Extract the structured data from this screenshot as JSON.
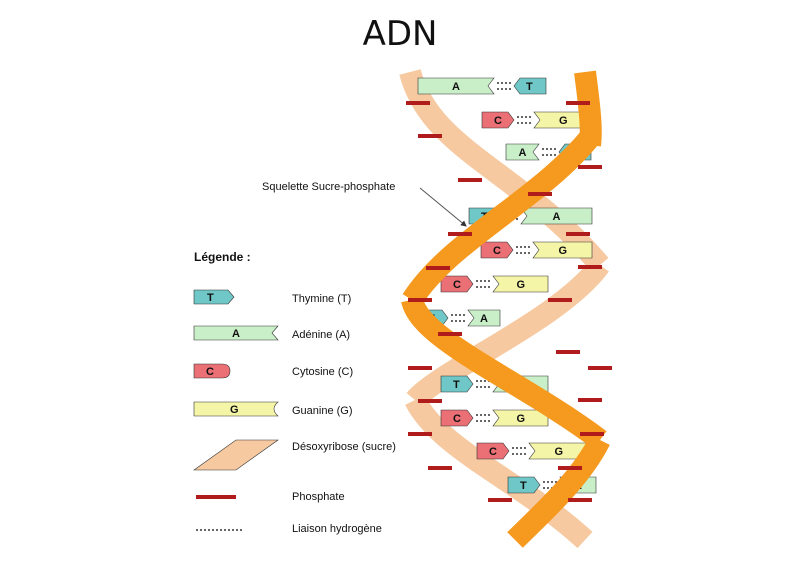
{
  "title": "ADN",
  "backbone_label": "Squelette Sucre-phosphate",
  "legend": {
    "title": "Légende :",
    "thymine": {
      "label": "Thymine (T)",
      "letter": "T"
    },
    "adenine": {
      "label": "Adénine (A)",
      "letter": "A"
    },
    "cytosine": {
      "label": "Cytosine (C)",
      "letter": "C"
    },
    "guanine": {
      "label": "Guanine (G)",
      "letter": "G"
    },
    "sugar": {
      "label": "Désoxyribose (sucre)"
    },
    "phosphate": {
      "label": "Phosphate"
    },
    "hbond": {
      "label": "Liaison hydrogène"
    }
  },
  "colors": {
    "thymine": "#6fc7c7",
    "adenine": "#c9efc9",
    "cytosine": "#ea7076",
    "guanine": "#f5f5a8",
    "sugar_front": "#f59a1e",
    "sugar_back": "#f6c9a0",
    "phosphate": "#b01c1c"
  },
  "base_pairs": [
    {
      "left": "A",
      "right": "T"
    },
    {
      "left": "C",
      "right": "G"
    },
    {
      "left": "A",
      "right": "T"
    },
    {
      "left": "T",
      "right": "A"
    },
    {
      "left": "C",
      "right": "G"
    },
    {
      "left": "C",
      "right": "G"
    },
    {
      "left": "T",
      "right": "A"
    },
    {
      "left": "T",
      "right": "A"
    },
    {
      "left": "C",
      "right": "G"
    },
    {
      "left": "C",
      "right": "G"
    },
    {
      "left": "T",
      "right": "A"
    }
  ]
}
